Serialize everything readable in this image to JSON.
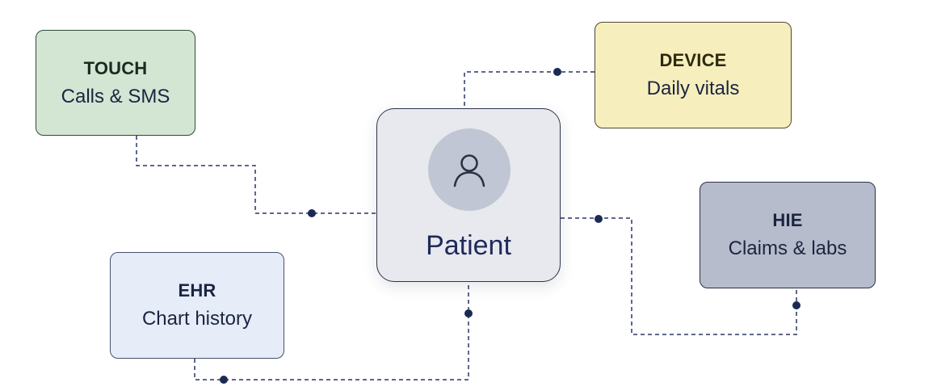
{
  "center": {
    "label": "Patient",
    "icon": "user-icon"
  },
  "nodes": {
    "touch": {
      "title": "TOUCH",
      "subtitle": "Calls & SMS",
      "color": "#d3e6d3"
    },
    "device": {
      "title": "DEVICE",
      "subtitle": "Daily vitals",
      "color": "#f6efbd"
    },
    "hie": {
      "title": "HIE",
      "subtitle": "Claims & labs",
      "color": "#b6bccb"
    },
    "ehr": {
      "title": "EHR",
      "subtitle": "Chart history",
      "color": "#e6ecf8"
    }
  },
  "connector_color": "#1b2a55",
  "connections": [
    {
      "from": "touch",
      "to": "patient"
    },
    {
      "from": "device",
      "to": "patient"
    },
    {
      "from": "hie",
      "to": "patient"
    },
    {
      "from": "ehr",
      "to": "patient"
    }
  ]
}
